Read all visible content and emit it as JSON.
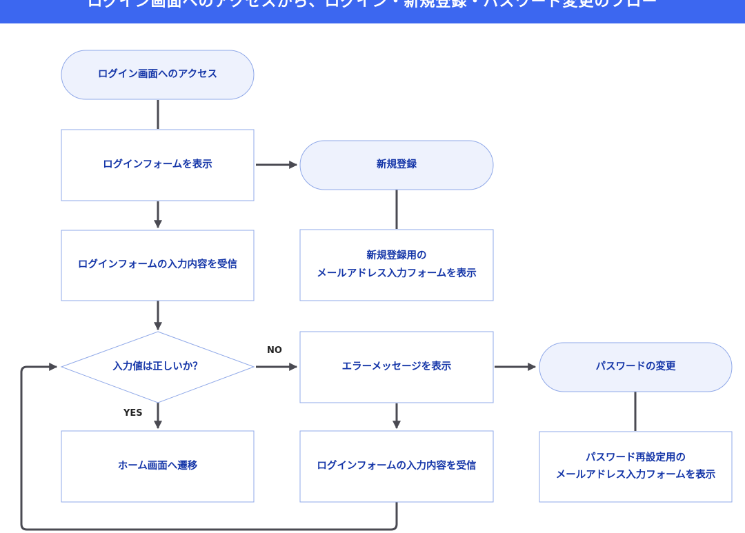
{
  "header": {
    "title": "ログイン画面へのアクセスから、ログイン・新規登録・パスワード変更のフロー"
  },
  "colors": {
    "header_bg": "#3c67f0",
    "node_fill_terminal": "#eef2fd",
    "node_stroke": "#8fa8e8",
    "node_text": "#1536a8",
    "connector": "#4a4a52"
  },
  "nodes": {
    "login_access": "ログイン画面へのアクセス",
    "show_login_form": "ログインフォームを表示",
    "receive_login_input_1": "ログインフォームの入力内容を受信",
    "decision_valid": "入力値は正しいか？",
    "home_transition": "ホーム画面へ遷移",
    "signup": "新規登録",
    "signup_form_line1": "新規登録用の",
    "signup_form_line2": "メールアドレス入力フォームを表示",
    "show_error": "エラーメッセージを表示",
    "receive_login_input_2": "ログインフォームの入力内容を受信",
    "password_change": "パスワードの変更",
    "reset_form_line1": "パスワード再設定用の",
    "reset_form_line2": "メールアドレス入力フォームを表示"
  },
  "edge_labels": {
    "no": "NO",
    "yes": "YES"
  }
}
